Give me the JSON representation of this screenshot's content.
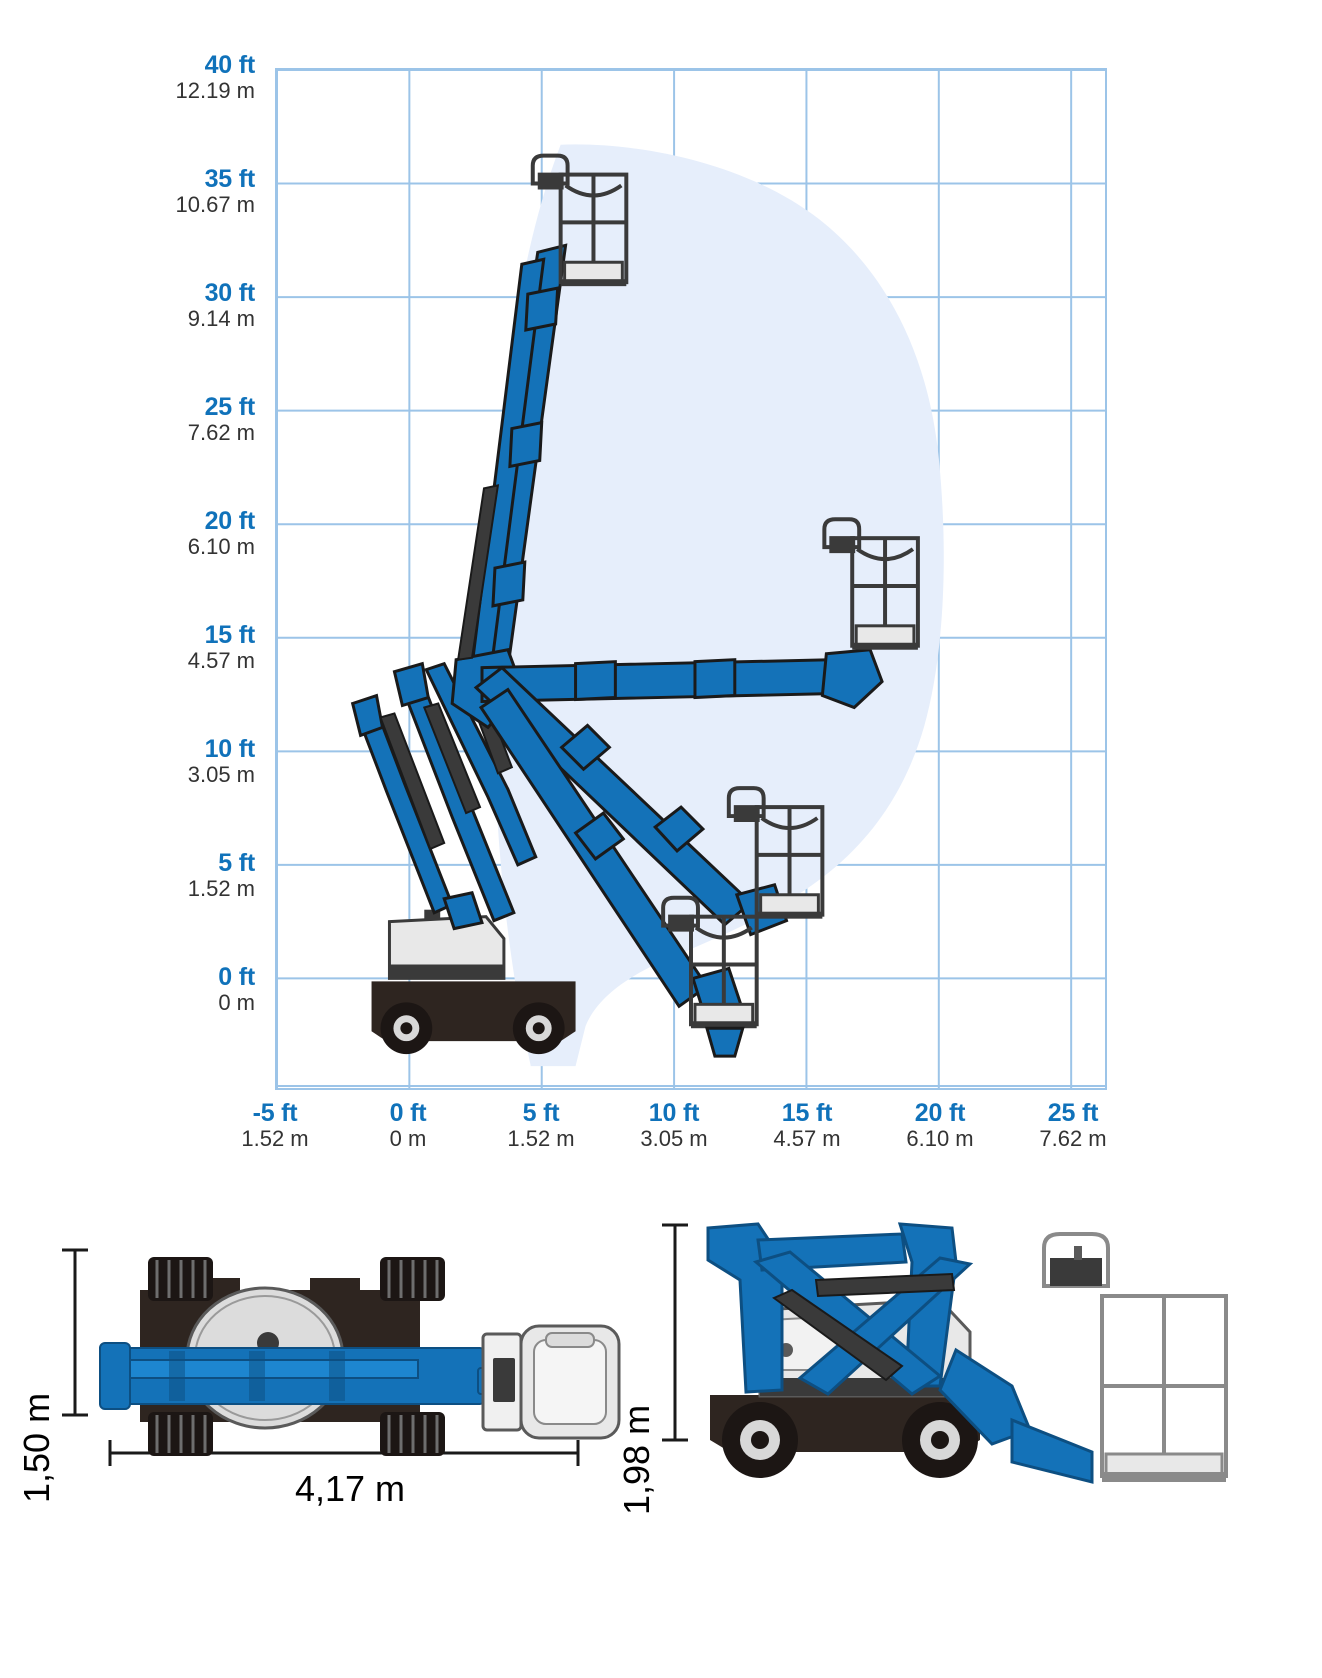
{
  "colors": {
    "accent_blue": "#1072ba",
    "machine_blue": "#1472b8",
    "grid_line": "#9cc4e8",
    "envelope_fill": "#e6eefb",
    "dark_gray": "#3a3a3a",
    "chassis_brown": "#2e2520",
    "body_light": "#e8e8e8",
    "meter_text": "#333333"
  },
  "chart_data": {
    "type": "line",
    "title": "",
    "xlabel": "",
    "ylabel": "",
    "grid": true,
    "legend_position": "none",
    "xlim": [
      -5,
      25
    ],
    "ylim": [
      -2.5,
      40
    ],
    "y_ticks_ft": [
      40,
      35,
      30,
      25,
      20,
      15,
      10,
      5,
      0
    ],
    "y_ticks_m": [
      "12.19 m",
      "10.67 m",
      "9.14 m",
      "7.62 m",
      "6.10 m",
      "4.57 m",
      "3.05 m",
      "1.52 m",
      "0 m"
    ],
    "x_ticks_ft": [
      -5,
      0,
      5,
      10,
      15,
      20,
      25
    ],
    "x_ticks_m": [
      "1.52 m",
      "0 m",
      "1.52 m",
      "3.05 m",
      "4.57 m",
      "6.10 m",
      "7.62 m"
    ],
    "envelope_description": "Shaded working envelope of articulating boom lift",
    "max_platform_height_ft": 34,
    "max_horizontal_reach_ft": 21
  },
  "y_axis": {
    "ticks": [
      {
        "ft": "40 ft",
        "m": "12.19 m"
      },
      {
        "ft": "35 ft",
        "m": "10.67 m"
      },
      {
        "ft": "30 ft",
        "m": "9.14 m"
      },
      {
        "ft": "25 ft",
        "m": "7.62 m"
      },
      {
        "ft": "20 ft",
        "m": "6.10 m"
      },
      {
        "ft": "15 ft",
        "m": "4.57 m"
      },
      {
        "ft": "10 ft",
        "m": "3.05 m"
      },
      {
        "ft": "5 ft",
        "m": "1.52 m"
      },
      {
        "ft": "0 ft",
        "m": "0 m"
      }
    ]
  },
  "x_axis": {
    "ticks": [
      {
        "ft": "-5 ft",
        "m": "1.52 m"
      },
      {
        "ft": "0 ft",
        "m": "0 m"
      },
      {
        "ft": "5 ft",
        "m": "1.52 m"
      },
      {
        "ft": "10 ft",
        "m": "3.05 m"
      },
      {
        "ft": "15 ft",
        "m": "4.57 m"
      },
      {
        "ft": "20 ft",
        "m": "6.10 m"
      },
      {
        "ft": "25 ft",
        "m": "7.62 m"
      }
    ]
  },
  "top_view": {
    "width_label": "4,17 m",
    "height_label": "1,50 m"
  },
  "side_view": {
    "height_label": "1,98 m"
  }
}
